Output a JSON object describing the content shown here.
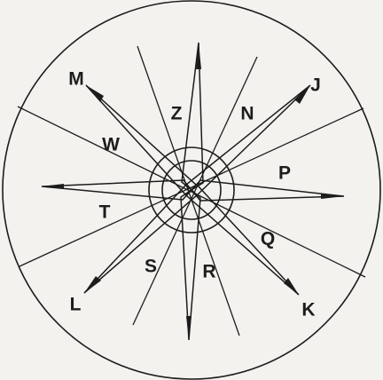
{
  "figure": {
    "ink_color": "#1c1c1c",
    "paper_color": "#f3f2ef",
    "labels": {
      "M": "M",
      "J": "J",
      "Z": "Z",
      "N": "N",
      "W": "W",
      "P": "P",
      "T": "T",
      "Q": "Q",
      "S": "S",
      "R": "R",
      "L": "L",
      "K": "K"
    }
  }
}
